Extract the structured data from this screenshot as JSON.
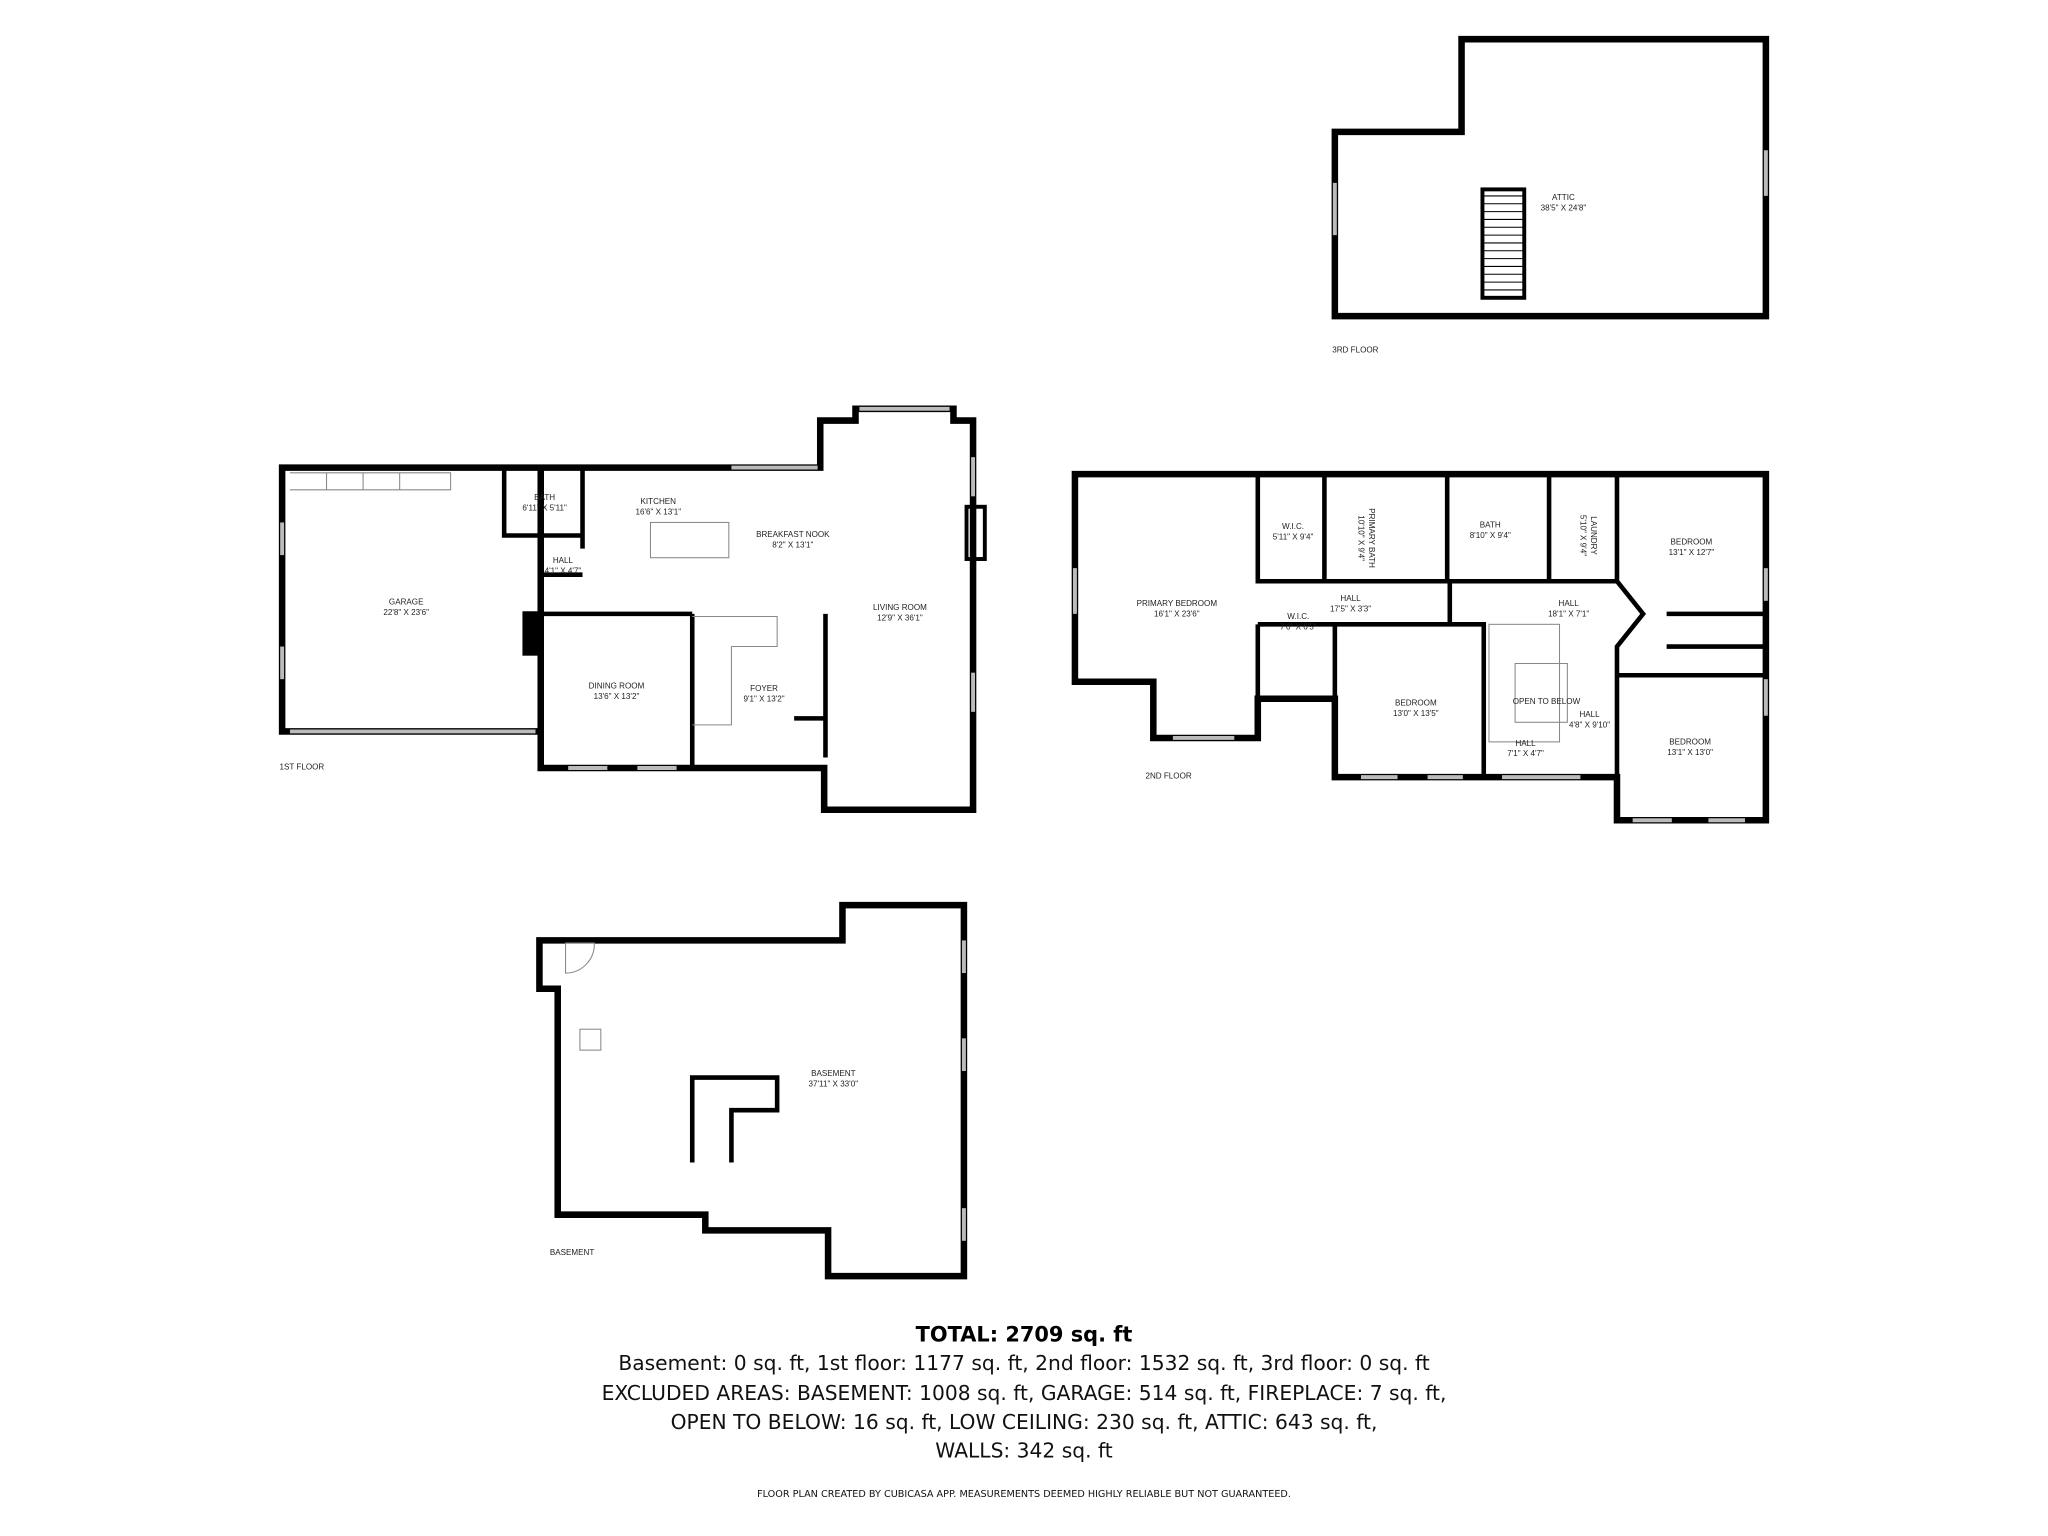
{
  "floors": {
    "third": {
      "label": "3RD FLOOR",
      "rooms": [
        {
          "name": "ATTIC",
          "dims": "38'5\" X 24'8\""
        }
      ]
    },
    "first": {
      "label": "1ST FLOOR",
      "rooms": [
        {
          "name": "GARAGE",
          "dims": "22'8\" X 23'6\""
        },
        {
          "name": "BATH",
          "dims": "6'11\" X 5'11\""
        },
        {
          "name": "KITCHEN",
          "dims": "16'6\" X 13'1\""
        },
        {
          "name": "BREAKFAST NOOK",
          "dims": "8'2\" X 13'1\""
        },
        {
          "name": "HALL",
          "dims": "4'1\" X 4'7\""
        },
        {
          "name": "DINING ROOM",
          "dims": "13'6\" X 13'2\""
        },
        {
          "name": "FOYER",
          "dims": "9'1\" X 13'2\""
        },
        {
          "name": "LIVING ROOM",
          "dims": "12'9\" X 36'1\""
        }
      ]
    },
    "second": {
      "label": "2ND FLOOR",
      "rooms": [
        {
          "name": "PRIMARY BEDROOM",
          "dims": "16'1\" X 23'6\""
        },
        {
          "name": "W.I.C.",
          "dims": "5'11\" X 9'4\""
        },
        {
          "name": "PRIMARY BATH",
          "dims": "10'10\" X 9'4\""
        },
        {
          "name": "BATH",
          "dims": "8'10\" X 9'4\""
        },
        {
          "name": "LAUNDRY",
          "dims": "5'10\" X 9'4\""
        },
        {
          "name": "BEDROOM",
          "dims": "13'1\" X 12'7\""
        },
        {
          "name": "HALL",
          "dims": "17'5\" X 3'3\""
        },
        {
          "name": "HALL",
          "dims": "18'1\" X 7'1\""
        },
        {
          "name": "W.I.C.",
          "dims": "7'0\" X 6'5\""
        },
        {
          "name": "BEDROOM",
          "dims": "13'0\" X 13'5\""
        },
        {
          "name": "OPEN TO BELOW",
          "dims": ""
        },
        {
          "name": "HALL",
          "dims": "4'8\" X 9'10\""
        },
        {
          "name": "HALL",
          "dims": "7'1\" X 4'7\""
        },
        {
          "name": "BEDROOM",
          "dims": "13'1\" X 13'0\""
        }
      ]
    },
    "basement": {
      "label": "BASEMENT",
      "rooms": [
        {
          "name": "BASEMENT",
          "dims": "37'11\" X 33'0\""
        }
      ]
    }
  },
  "summary": {
    "total": "TOTAL: 2709 sq. ft",
    "lines": [
      "Basement: 0 sq. ft, 1st floor: 1177 sq. ft, 2nd floor: 1532 sq. ft, 3rd floor: 0 sq. ft",
      "EXCLUDED AREAS: BASEMENT: 1008 sq. ft, GARAGE: 514 sq. ft, FIREPLACE: 7 sq. ft,",
      "OPEN TO BELOW: 16 sq. ft, LOW CEILING: 230 sq. ft, ATTIC: 643 sq. ft,",
      "WALLS: 342 sq. ft"
    ],
    "disclaimer": "FLOOR PLAN CREATED BY CUBICASA APP. MEASUREMENTS DEEMED HIGHLY RELIABLE BUT NOT GUARANTEED."
  }
}
